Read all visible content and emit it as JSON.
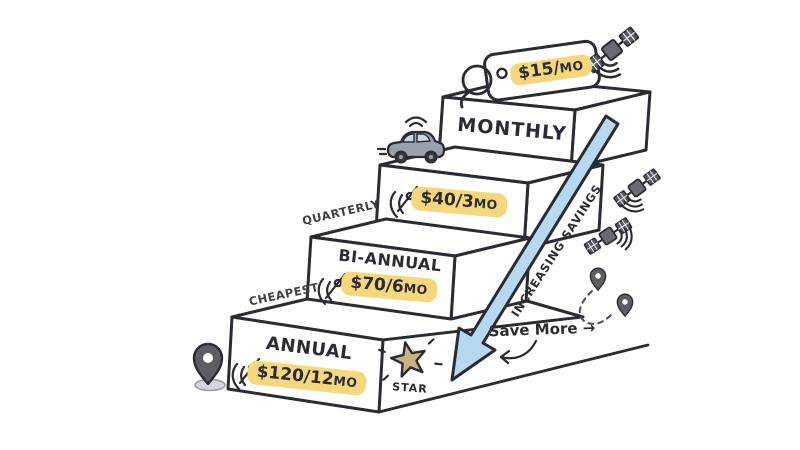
{
  "scene": {
    "description": "hand-drawn subscription pricing staircase",
    "background": "#ffffff"
  },
  "colors": {
    "ink": "#2b2b33",
    "highlight_yellow": "#f6d87c",
    "arrow_blue": "#b6d8f1",
    "star_tan": "#c9b180",
    "pin_gray": "#5d5d64",
    "satellite_gray": "#5a5a62",
    "car_gray": "#9aa1aa",
    "surface_white": "#ffffff"
  },
  "steps": [
    {
      "face_label": "ANNUAL",
      "price": {
        "amount": "$120/12",
        "suffix": "MO"
      },
      "edge_label": "CHEAPEST"
    },
    {
      "face_label": "BI-ANNUAL",
      "price": {
        "amount": "$70/6",
        "suffix": "MO"
      },
      "edge_label": ""
    },
    {
      "face_label": "",
      "price": {
        "amount": "$40/3",
        "suffix": "MO"
      },
      "edge_label": "QUARTERLY"
    },
    {
      "face_label": "MONTHLY",
      "price": {
        "amount": "$15/",
        "suffix": "MO"
      },
      "edge_label": "",
      "price_on_tag": true
    }
  ],
  "annotations": {
    "savings_arrow_label": "INCREASING SAVINGS",
    "save_more_label": "Save More →",
    "star_label": "STAR"
  },
  "icons": [
    "price-tag-icon",
    "tag-string-icon",
    "satellite-icon",
    "location-pin-icon",
    "car-icon",
    "star-icon",
    "savings-arrow-icon",
    "ground-line"
  ]
}
